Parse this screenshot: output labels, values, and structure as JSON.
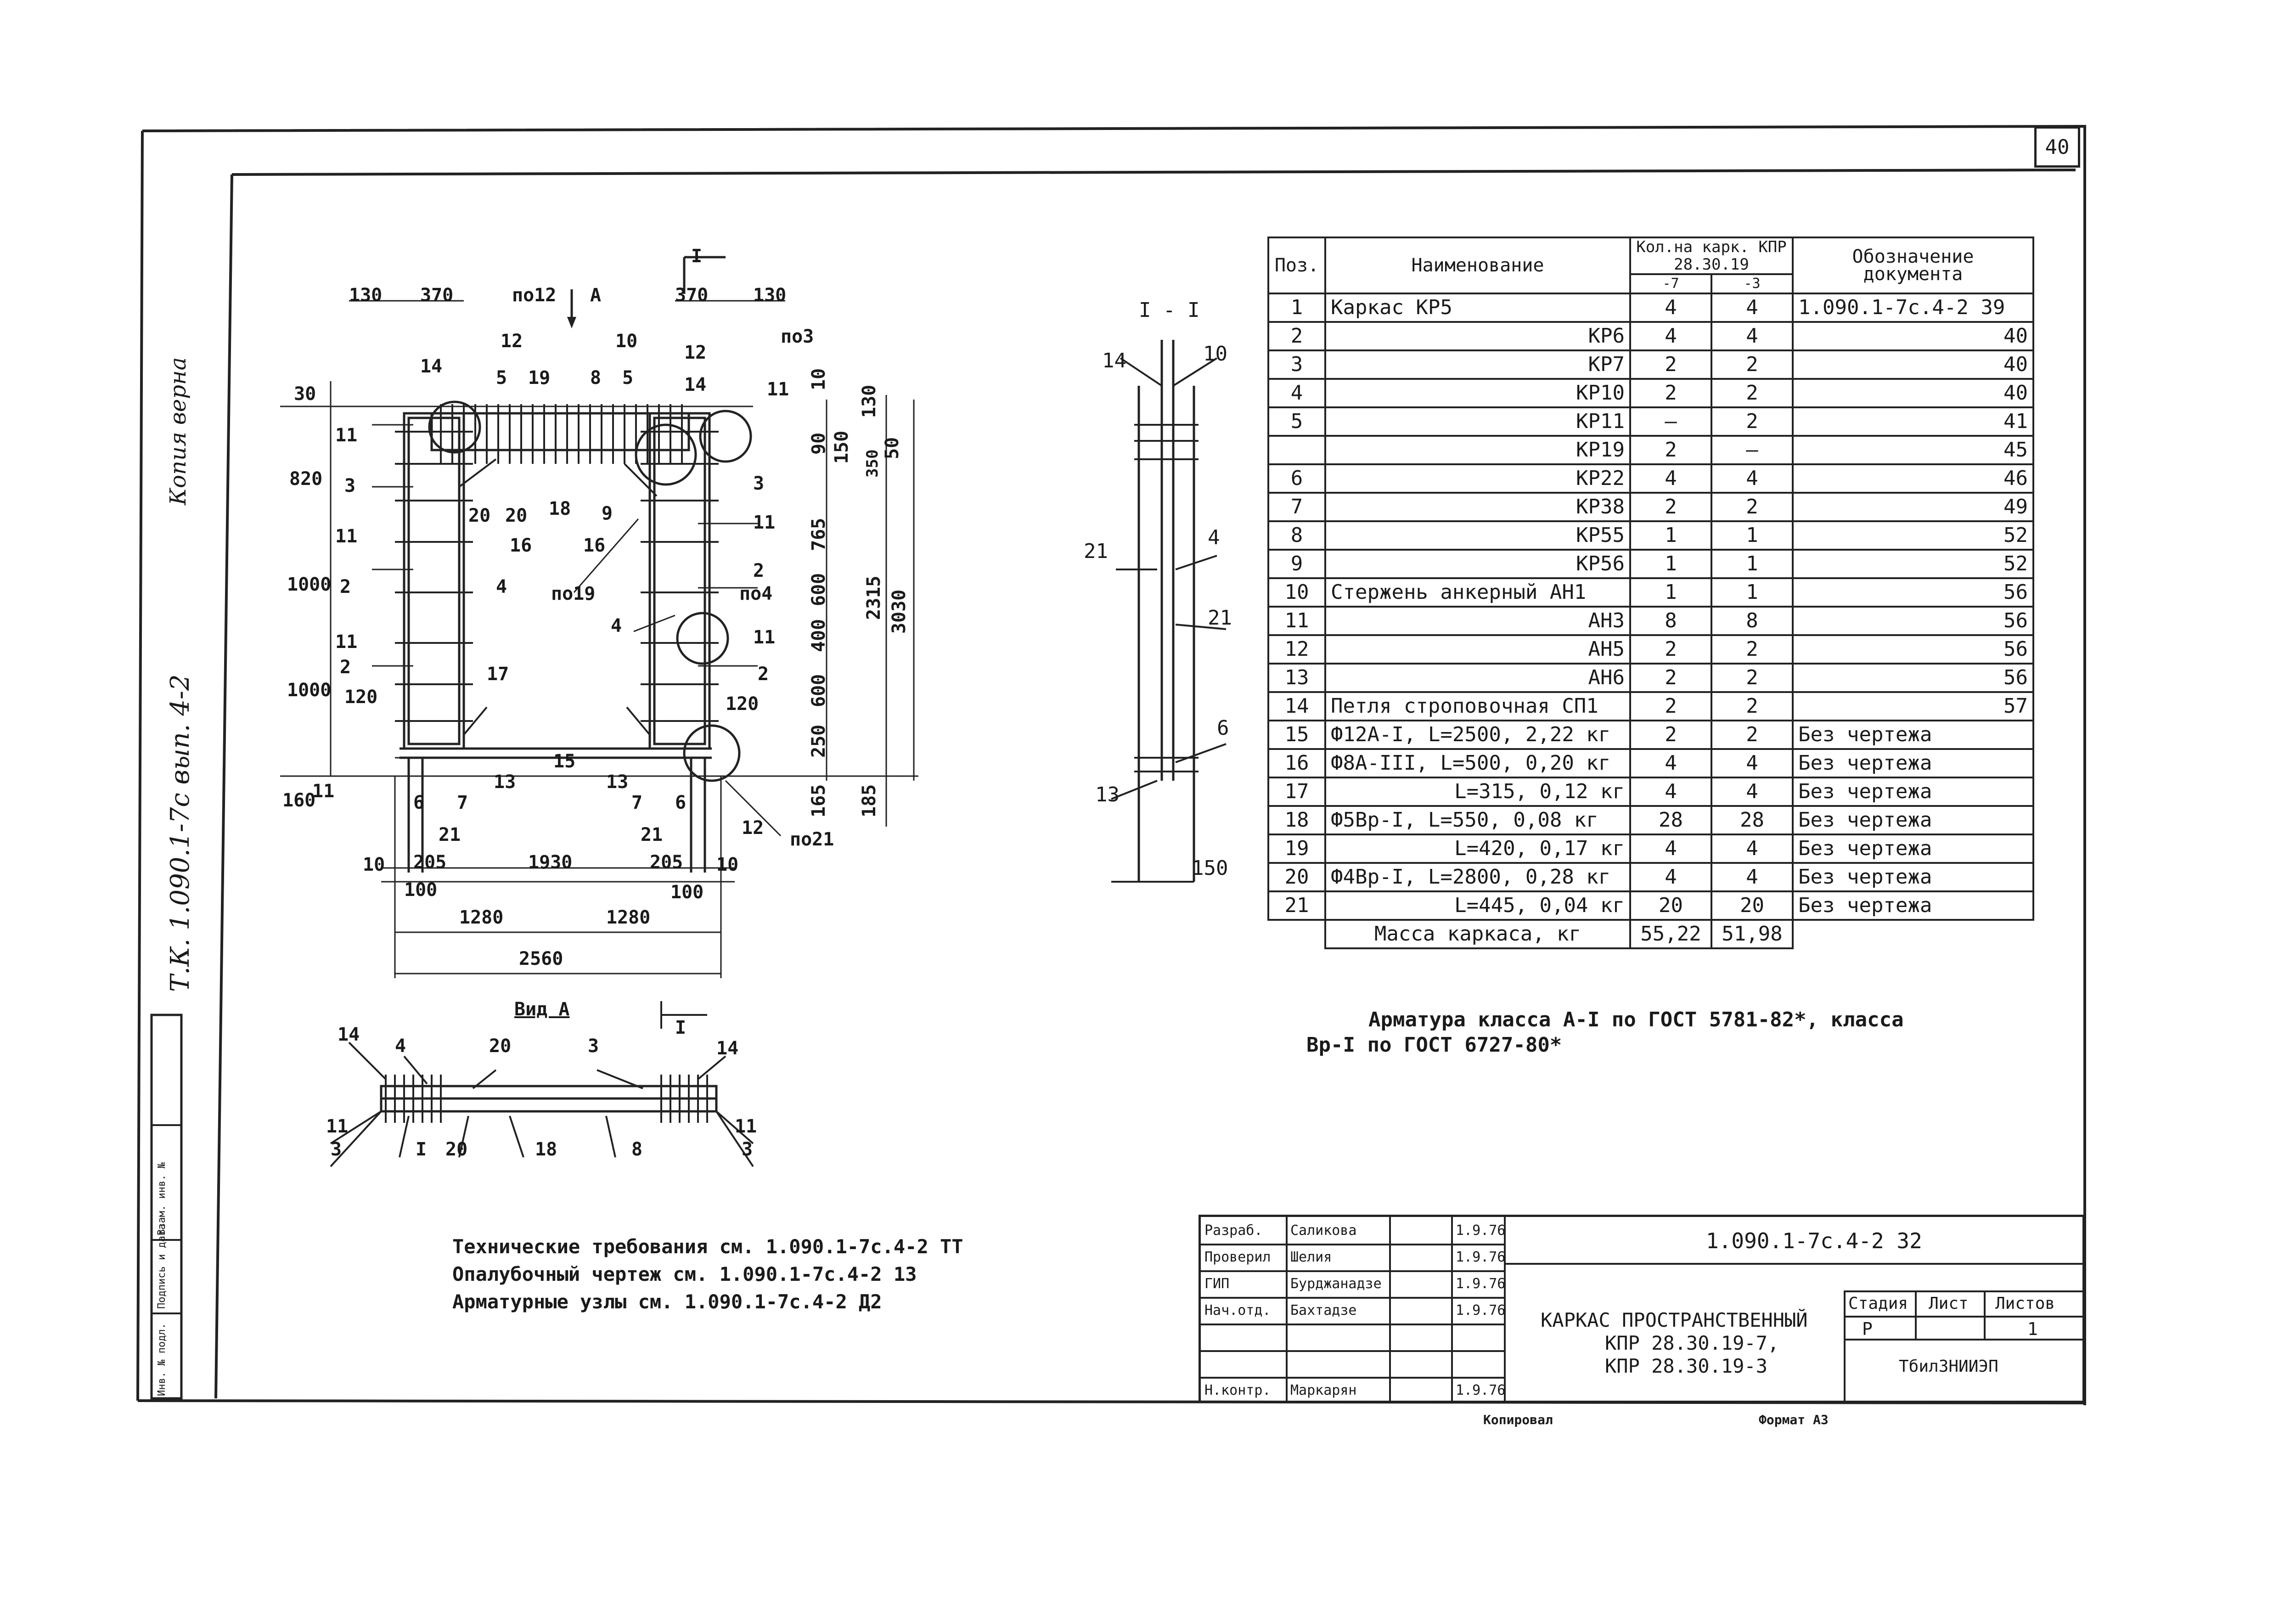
{
  "sheet_number": "40",
  "side": {
    "top_note": "Копия верна",
    "doc_ref": "Т.К. 1.090.1-7с вып. 4-2",
    "stamp_labels": [
      "Инв. № подл.",
      "Подпись и дата",
      "Взам. инв. №"
    ]
  },
  "drawing": {
    "plan_labels": {
      "d130": "130",
      "d370a": "370",
      "po12": "по12",
      "A": "А",
      "I_top": "I",
      "d370b": "370",
      "d130b": "130",
      "p14a": "14",
      "p12a": "12",
      "p5a": "5",
      "p19": "19",
      "p10": "10",
      "p8": "8",
      "p5b": "5",
      "p12b": "12",
      "p14b": "14",
      "po3": "по3",
      "d30": "30",
      "d820": "820",
      "d1000a": "1000",
      "d1000b": "1000",
      "d160": "160",
      "p11a": "11",
      "p3a": "3",
      "p11b": "11",
      "p2a": "2",
      "p11c": "11",
      "p2b": "2",
      "p120a": "120",
      "p11d": "11",
      "p20a": "20",
      "p20b": "20",
      "p16a": "16",
      "p18": "18",
      "p9": "9",
      "p16b": "16",
      "po19": "по19",
      "p4a": "4",
      "p17": "17",
      "p4b": "4",
      "p2c": "2",
      "po4": "по4",
      "p11e": "11",
      "p2d": "2",
      "p120b": "120",
      "p11f": "11",
      "p3b": "3",
      "p11g": "11",
      "d10": "10",
      "d90": "90",
      "d130c": "130",
      "d150": "150",
      "d50": "50",
      "d350": "350",
      "d765": "765",
      "d600a": "600",
      "d400": "400",
      "d600b": "600",
      "d250": "250",
      "d2315": "2315",
      "d3030": "3030",
      "d165": "165",
      "d185": "185",
      "p6a": "6",
      "p7a": "7",
      "p13a": "13",
      "p15": "15",
      "p13b": "13",
      "p7b": "7",
      "p6b": "6",
      "p21a": "21",
      "p21b": "21",
      "p12c": "12",
      "po21": "по21",
      "d10a": "10",
      "d205a": "205",
      "d1930": "1930",
      "d205b": "205",
      "d10b": "10",
      "d100a": "100",
      "d100b": "100",
      "d1280a": "1280",
      "d1280b": "1280",
      "d2560": "2560"
    },
    "section_title": "I - I",
    "section_labels": {
      "s14": "14",
      "s10": "10",
      "s21a": "21",
      "s4": "4",
      "s21b": "21",
      "s6": "6",
      "s13": "13",
      "s150": "150"
    },
    "view_a_title": "Вид А",
    "view_a_labels": {
      "v14a": "14",
      "v4": "4",
      "v20a": "20",
      "v3a": "3",
      "v14b": "14",
      "v11a": "11",
      "v3b": "3",
      "v1": "I",
      "v20b": "20",
      "v18": "18",
      "v8": "8",
      "v11b": "11",
      "v3c": "3",
      "vI": "I"
    }
  },
  "spec_table": {
    "headers": {
      "pos": "Поз.",
      "name": "Наименование",
      "qty": "Кол.на карк. КПР 28.30.19",
      "qty_a": "-7",
      "qty_b": "-3",
      "doc": "Обозначение документа"
    },
    "rows": [
      {
        "pos": "1",
        "name": "Каркас КР5",
        "a": "4",
        "b": "4",
        "doc": "1.090.1-7с.4-2 39"
      },
      {
        "pos": "2",
        "name": "КР6",
        "a": "4",
        "b": "4",
        "doc": "40"
      },
      {
        "pos": "3",
        "name": "КР7",
        "a": "2",
        "b": "2",
        "doc": "40"
      },
      {
        "pos": "4",
        "name": "КР10",
        "a": "2",
        "b": "2",
        "doc": "40"
      },
      {
        "pos": "5",
        "name": "КР11",
        "a": "–",
        "b": "2",
        "doc": "41"
      },
      {
        "pos": "",
        "name": "КР19",
        "a": "2",
        "b": "–",
        "doc": "45"
      },
      {
        "pos": "6",
        "name": "КР22",
        "a": "4",
        "b": "4",
        "doc": "46"
      },
      {
        "pos": "7",
        "name": "КР38",
        "a": "2",
        "b": "2",
        "doc": "49"
      },
      {
        "pos": "8",
        "name": "КР55",
        "a": "1",
        "b": "1",
        "doc": "52"
      },
      {
        "pos": "9",
        "name": "КР56",
        "a": "1",
        "b": "1",
        "doc": "52"
      },
      {
        "pos": "10",
        "name": "Стержень анкерный АН1",
        "a": "1",
        "b": "1",
        "doc": "56"
      },
      {
        "pos": "11",
        "name": "АН3",
        "a": "8",
        "b": "8",
        "doc": "56"
      },
      {
        "pos": "12",
        "name": "АН5",
        "a": "2",
        "b": "2",
        "doc": "56"
      },
      {
        "pos": "13",
        "name": "АН6",
        "a": "2",
        "b": "2",
        "doc": "56"
      },
      {
        "pos": "14",
        "name": "Петля строповочная СП1",
        "a": "2",
        "b": "2",
        "doc": "57"
      },
      {
        "pos": "15",
        "name": "Ф12А-I, L=2500, 2,22 кг",
        "a": "2",
        "b": "2",
        "doc": "Без чертежа"
      },
      {
        "pos": "16",
        "name": "Ф8А-III, L=500, 0,20 кг",
        "a": "4",
        "b": "4",
        "doc": "Без чертежа"
      },
      {
        "pos": "17",
        "name": "L=315, 0,12 кг",
        "a": "4",
        "b": "4",
        "doc": "Без чертежа"
      },
      {
        "pos": "18",
        "name": "Ф5Вр-I, L=550, 0,08 кг",
        "a": "28",
        "b": "28",
        "doc": "Без чертежа"
      },
      {
        "pos": "19",
        "name": "L=420, 0,17 кг",
        "a": "4",
        "b": "4",
        "doc": "Без чертежа"
      },
      {
        "pos": "20",
        "name": "Ф4Вр-I, L=2800, 0,28 кг",
        "a": "4",
        "b": "4",
        "doc": "Без чертежа"
      },
      {
        "pos": "21",
        "name": "L=445, 0,04 кг",
        "a": "20",
        "b": "20",
        "doc": "Без чертежа"
      }
    ],
    "mass": {
      "label": "Масса каркаса, кг",
      "a": "55,22",
      "b": "51,98"
    }
  },
  "notes": {
    "material_1": "Арматура класса А-I по ГОСТ 5781-82*, класса",
    "material_2": "Вр-I по ГОСТ 6727-80*",
    "tech_1": "Технические требования см. 1.090.1-7с.4-2 ТТ",
    "tech_2": "Опалубочный чертеж см. 1.090.1-7с.4-2 13",
    "tech_3": "Арматурные узлы см. 1.090.1-7с.4-2 Д2"
  },
  "title_block": {
    "code": "1.090.1-7с.4-2 32",
    "title_1": "КАРКАС ПРОСТРАНСТВЕННЫЙ",
    "title_2": "КПР 28.30.19-7,",
    "title_3": "КПР 28.30.19-3",
    "stage_label": "Стадия",
    "sheet_label": "Лист",
    "sheets_label": "Листов",
    "stage": "Р",
    "sheets": "1",
    "org": "ТбилЗНИИЭП",
    "roles": [
      {
        "role": "Разраб.",
        "name": "Саликова",
        "date": "1.9.76"
      },
      {
        "role": "Проверил",
        "name": "Шелия",
        "date": "1.9.76"
      },
      {
        "role": "ГИП",
        "name": "Бурджанадзе",
        "date": "1.9.76"
      },
      {
        "role": "Нач.отд.",
        "name": "Бахтадзе",
        "date": "1.9.76"
      },
      {
        "role": "",
        "name": "",
        "date": ""
      },
      {
        "role": "",
        "name": "",
        "date": ""
      },
      {
        "role": "Н.контр.",
        "name": "Маркарян",
        "date": "1.9.76"
      }
    ],
    "bottom_left": "Копировал",
    "bottom_right": "Формат А3"
  }
}
